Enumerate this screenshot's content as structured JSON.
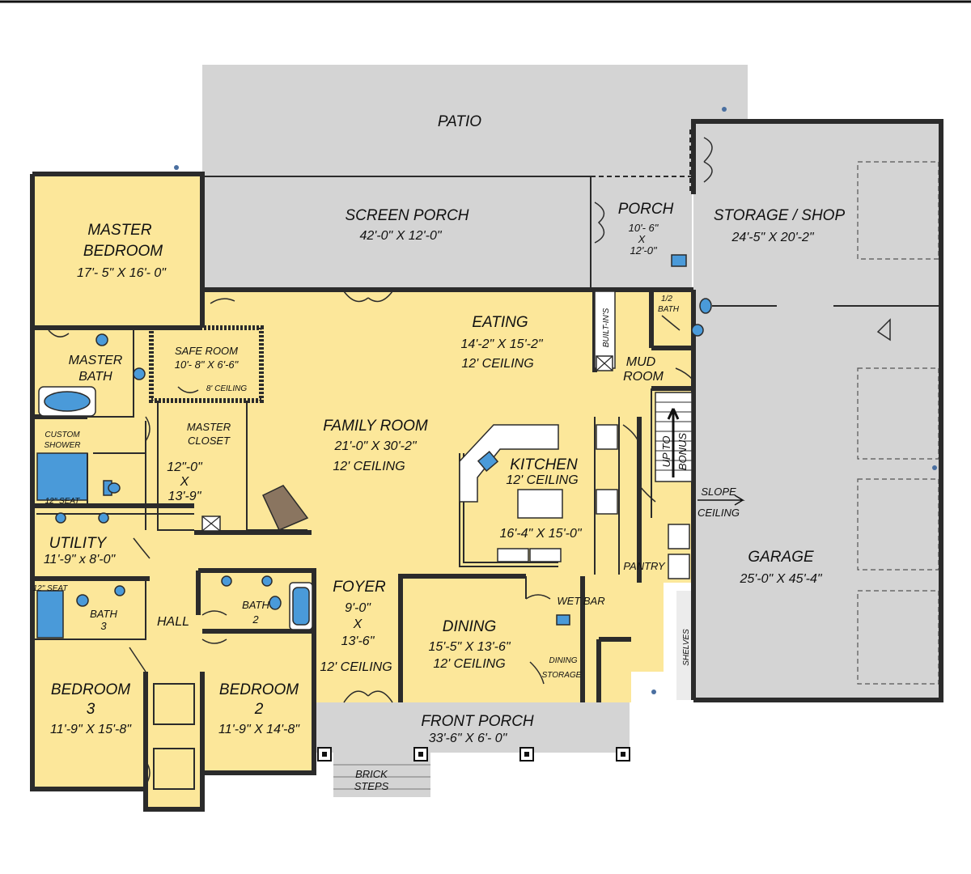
{
  "plan": {
    "colors": {
      "living": "#fce79a",
      "outdoor": "#d4d4d4",
      "garage": "#d4d4d4",
      "fixture": "#4a9ad9",
      "wall": "#2b2b2b",
      "border": "#111111"
    },
    "rooms": {
      "patio": {
        "name": "PATIO"
      },
      "screen_porch": {
        "name": "SCREEN PORCH",
        "dims": "42'-0\" X 12'-0\""
      },
      "porch": {
        "name": "PORCH",
        "dims_a": "10'- 6\"",
        "dims_x": "X",
        "dims_b": "12'-0\""
      },
      "storage": {
        "name": "STORAGE / SHOP",
        "dims": "24'-5\" X 20'-2\""
      },
      "master_bedroom": {
        "name_a": "MASTER",
        "name_b": "BEDROOM",
        "dims": "17'- 5\" X 16'- 0\""
      },
      "master_bath": {
        "name_a": "MASTER",
        "name_b": "BATH"
      },
      "safe_room": {
        "name": "SAFE ROOM",
        "dims": "10'- 8\" X 6'-6\"",
        "ceiling": "8' CEILING"
      },
      "master_closet": {
        "name_a": "MASTER",
        "name_b": "CLOSET",
        "dims_a": "12\"-0\"",
        "dims_x": "X",
        "dims_b": "13'-9\""
      },
      "custom_shower": {
        "name_a": "CUSTOM",
        "name_b": "SHOWER",
        "seat": "12\" SEAT"
      },
      "utility": {
        "name": "UTILITY",
        "dims": "11'-9\" x 8'-0\""
      },
      "bath3": {
        "name": "BATH",
        "num": "3",
        "seat": "12\" SEAT"
      },
      "hall": {
        "name": "HALL"
      },
      "bath2": {
        "name": "BATH",
        "num": "2"
      },
      "bedroom3": {
        "name": "BEDROOM",
        "num": "3",
        "dims": "11'-9\" X 15'-8\""
      },
      "bedroom2": {
        "name": "BEDROOM",
        "num": "2",
        "dims": "11'-9\" X 14'-8\""
      },
      "family_room": {
        "name": "FAMILY ROOM",
        "dims": "21'-0\" X 30'-2\"",
        "ceiling": "12' CEILING"
      },
      "eating": {
        "name": "EATING",
        "dims": "14'-2\" X 15'-2\"",
        "ceiling": "12'  CEILING"
      },
      "builtins": {
        "name": "BUILT-IN'S"
      },
      "half_bath": {
        "name_a": "1/2",
        "name_b": "BATH"
      },
      "mud_room": {
        "name_a": "MUD",
        "name_b": "ROOM"
      },
      "kitchen": {
        "name": "KITCHEN",
        "ceiling": "12' CEILING",
        "dims": "16'-4\" X 15'-0\""
      },
      "up_to_bonus": {
        "line_a": "UP TO",
        "line_b": "BONUS"
      },
      "slope_ceiling": {
        "line_a": "SLOPE",
        "line_b": "CEILING"
      },
      "pantry": {
        "name": "PANTRY"
      },
      "garage": {
        "name": "GARAGE",
        "dims": "25'-0\" X 45'-4\""
      },
      "foyer": {
        "name": "FOYER",
        "dims_a": "9'-0\"",
        "dims_x": "X",
        "dims_b": "13'-6\"",
        "ceiling": "12' CEILING"
      },
      "dining": {
        "name": "DINING",
        "dims": "15'-5\" X 13'-6\"",
        "ceiling": "12' CEILING"
      },
      "wet_bar": {
        "name": "WET BAR"
      },
      "dining_storage": {
        "name_a": "DINING",
        "name_b": "STORAGE"
      },
      "shelves": {
        "name": "SHELVES"
      },
      "front_porch": {
        "name": "FRONT PORCH",
        "dims": "33'-6\" X 6'- 0\""
      },
      "brick_steps": {
        "line_a": "BRICK",
        "line_b": "STEPS"
      }
    }
  }
}
